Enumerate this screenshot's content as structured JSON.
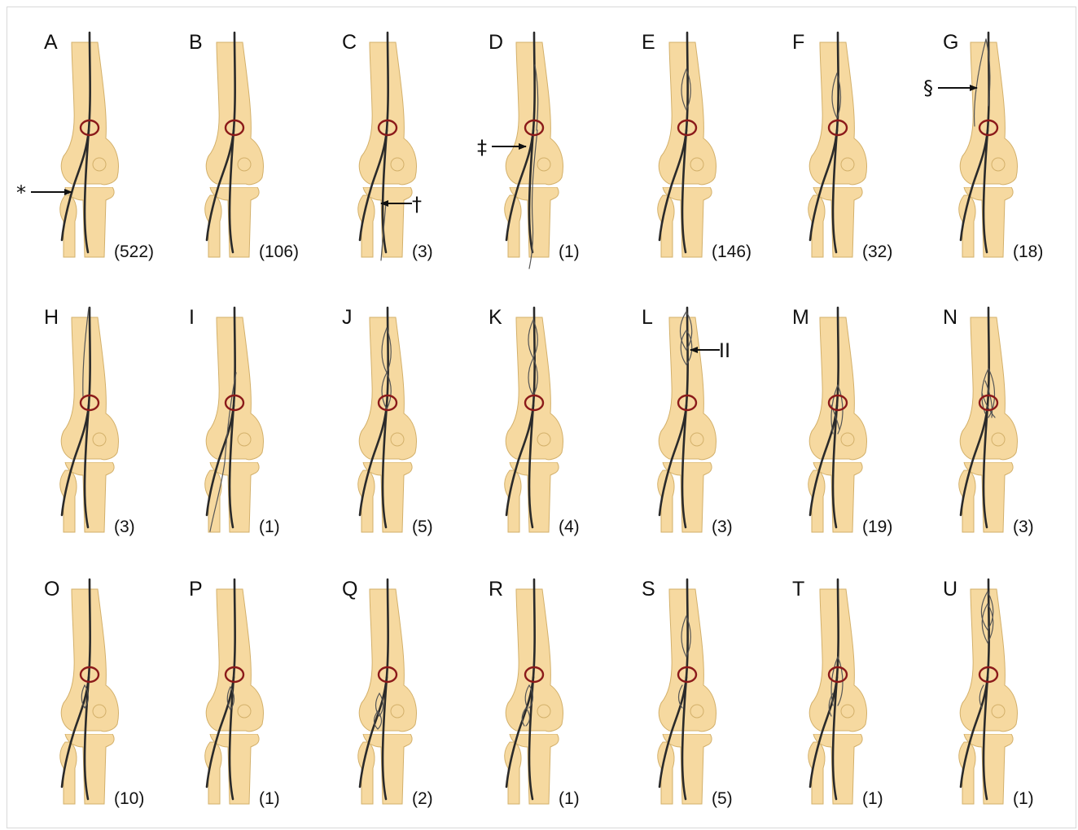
{
  "panels": [
    {
      "letter": "A",
      "count": "(522)",
      "marker": "*"
    },
    {
      "letter": "B",
      "count": "(106)",
      "marker": ""
    },
    {
      "letter": "C",
      "count": "(3)",
      "marker": "†"
    },
    {
      "letter": "D",
      "count": "(1)",
      "marker": "‡"
    },
    {
      "letter": "E",
      "count": "(146)",
      "marker": ""
    },
    {
      "letter": "F",
      "count": "(32)",
      "marker": ""
    },
    {
      "letter": "G",
      "count": "(18)",
      "marker": "§"
    },
    {
      "letter": "H",
      "count": "(3)",
      "marker": ""
    },
    {
      "letter": "I",
      "count": "(1)",
      "marker": ""
    },
    {
      "letter": "J",
      "count": "(5)",
      "marker": ""
    },
    {
      "letter": "K",
      "count": "(4)",
      "marker": ""
    },
    {
      "letter": "L",
      "count": "(3)",
      "marker": "II"
    },
    {
      "letter": "M",
      "count": "(19)",
      "marker": ""
    },
    {
      "letter": "N",
      "count": "(3)",
      "marker": ""
    },
    {
      "letter": "O",
      "count": "(10)",
      "marker": ""
    },
    {
      "letter": "P",
      "count": "(1)",
      "marker": ""
    },
    {
      "letter": "Q",
      "count": "(2)",
      "marker": ""
    },
    {
      "letter": "R",
      "count": "(1)",
      "marker": ""
    },
    {
      "letter": "S",
      "count": "(5)",
      "marker": ""
    },
    {
      "letter": "T",
      "count": "(1)",
      "marker": ""
    },
    {
      "letter": "U",
      "count": "(1)",
      "marker": ""
    }
  ],
  "colors": {
    "bone": "#f6d9a0",
    "bone_outline": "#d3b06a",
    "nerve": "#2a2a2a",
    "ring": "#8b1a1a"
  }
}
